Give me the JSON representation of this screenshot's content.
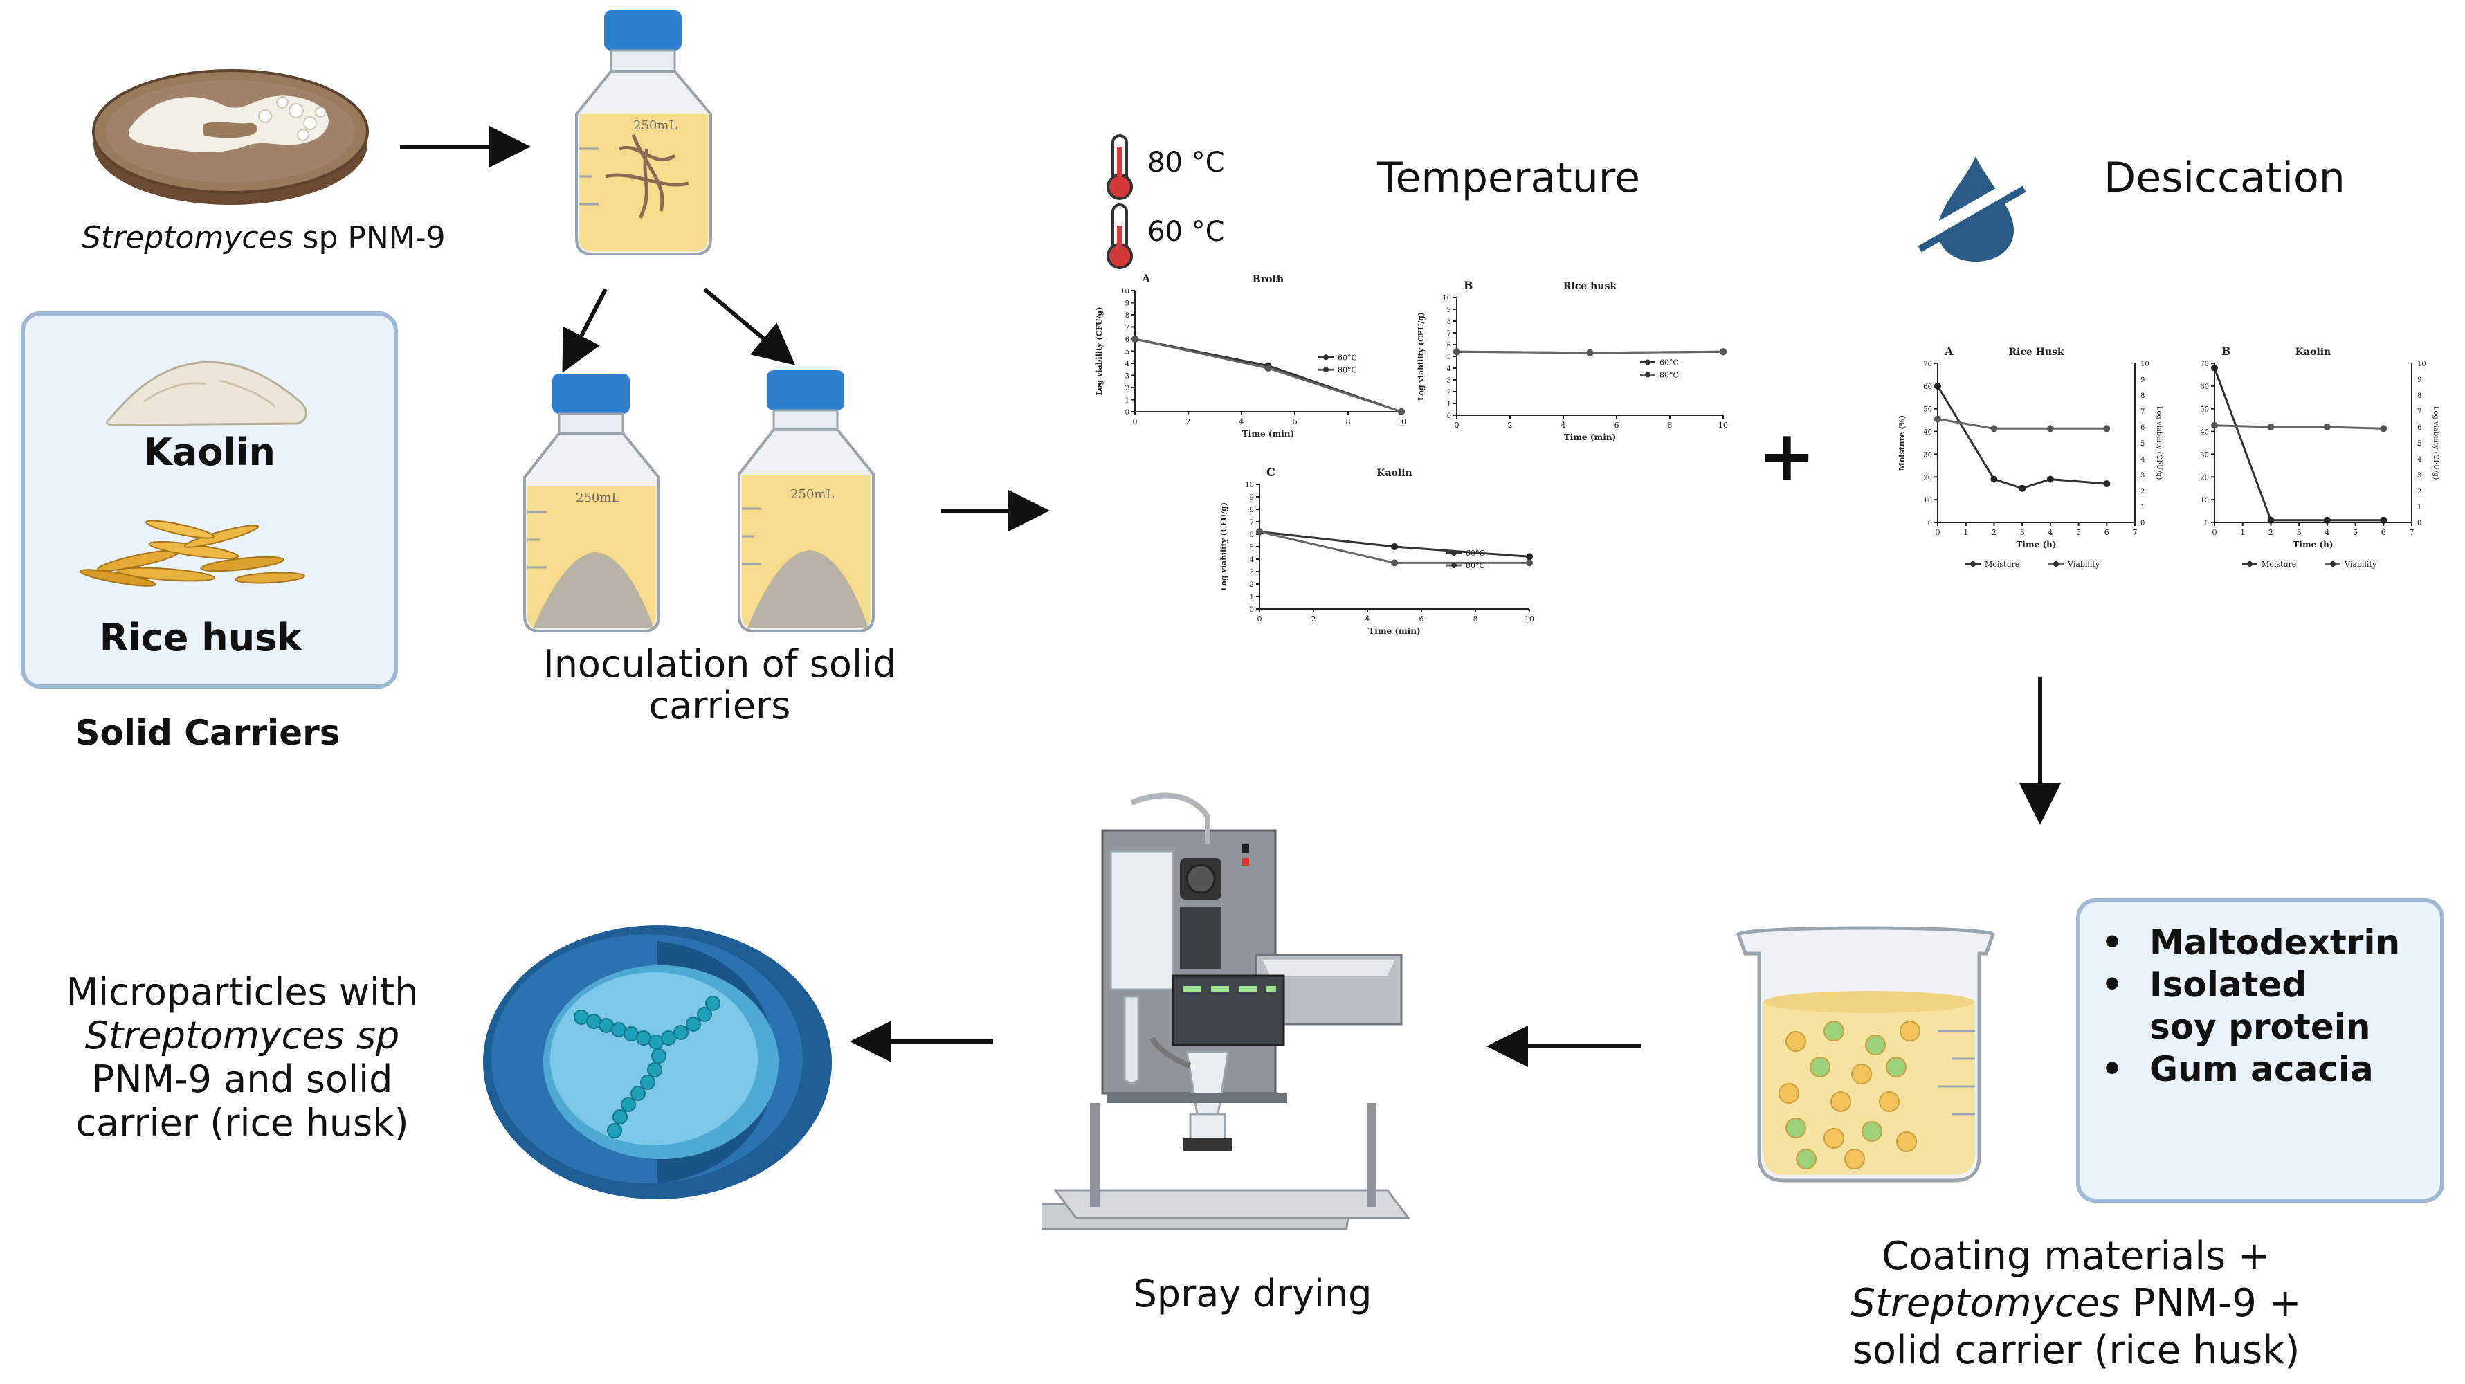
{
  "labels": {
    "streptomyces_italic": "Streptomyces",
    "streptomyces_rest": " sp PNM-9",
    "kaolin": "Kaolin",
    "rice_husk": "Rice husk",
    "solid_carriers": "Solid Carriers",
    "inoculation_line1": "Inoculation of solid",
    "inoculation_line2": "carriers",
    "bottle_volume": "250mL",
    "temp_80": "80 °C",
    "temp_60": "60 °C",
    "temperature": "Temperature",
    "desiccation": "Desiccation",
    "plus": "+",
    "coating_items": [
      "Maltodextrin",
      "Isolated",
      "soy protein",
      "Gum acacia"
    ],
    "coating_line1": "Coating materials +",
    "coating_line2_italic": "Streptomyces",
    "coating_line2_rest": " PNM-9 +",
    "coating_line3": "solid carrier (rice husk)",
    "spray_drying": "Spray drying",
    "micro_line1": "Microparticles with",
    "micro_line2_italic": "Streptomyces sp",
    "micro_line3": "PNM-9 and solid",
    "micro_line4": "carrier (rice husk)"
  },
  "colors": {
    "box_fill": "#eaf2fb",
    "box_border": "#9fb8d6",
    "bottle_cap": "#2f7fd0",
    "liquid": "#f6dc8c",
    "microparticle_outer": "#1e5d96",
    "microparticle_inner": "#7dc8e6",
    "drop_icon": "#2a5a86",
    "thermo_red": "#d23a3a"
  },
  "icons": [
    "petri-dish-icon",
    "bottle-icon",
    "thermometer-icon",
    "water-drop-slash-icon",
    "spray-dryer-icon",
    "beaker-icon",
    "microparticle-icon"
  ],
  "chart_data": [
    {
      "type": "line",
      "panel": "A",
      "title": "Broth",
      "xlabel": "Time (min)",
      "ylabel": "Log viability (CFU/g)",
      "xlim": [
        0,
        10
      ],
      "ylim": [
        0,
        10
      ],
      "xticks": [
        0,
        2,
        4,
        6,
        8,
        10
      ],
      "yticks": [
        0,
        1,
        2,
        3,
        4,
        5,
        6,
        7,
        8,
        9,
        10
      ],
      "series": [
        {
          "name": "60°C",
          "x": [
            0,
            5,
            10
          ],
          "values": [
            6,
            3.8,
            0
          ]
        },
        {
          "name": "80°C",
          "x": [
            0,
            5,
            10
          ],
          "values": [
            6,
            3.6,
            0
          ]
        }
      ]
    },
    {
      "type": "line",
      "panel": "B",
      "title": "Rice husk",
      "xlabel": "Time (min)",
      "ylabel": "Log viability (CFU/g)",
      "xlim": [
        0,
        10
      ],
      "ylim": [
        0,
        10
      ],
      "xticks": [
        0,
        2,
        4,
        6,
        8,
        10
      ],
      "yticks": [
        0,
        1,
        2,
        3,
        4,
        5,
        6,
        7,
        8,
        9,
        10
      ],
      "series": [
        {
          "name": "60°C",
          "x": [
            0,
            5,
            10
          ],
          "values": [
            5.4,
            5.3,
            5.4
          ]
        },
        {
          "name": "80°C",
          "x": [
            0,
            5,
            10
          ],
          "values": [
            5.4,
            5.3,
            5.4
          ]
        }
      ]
    },
    {
      "type": "line",
      "panel": "C",
      "title": "Kaolin",
      "xlabel": "Time (min)",
      "ylabel": "Log viability (CFU/g)",
      "xlim": [
        0,
        10
      ],
      "ylim": [
        0,
        10
      ],
      "xticks": [
        0,
        2,
        4,
        6,
        8,
        10
      ],
      "yticks": [
        0,
        1,
        2,
        3,
        4,
        5,
        6,
        7,
        8,
        9,
        10
      ],
      "series": [
        {
          "name": "60°C",
          "x": [
            0,
            5,
            10
          ],
          "values": [
            6.2,
            5,
            4.2
          ]
        },
        {
          "name": "80°C",
          "x": [
            0,
            5,
            10
          ],
          "values": [
            6.2,
            3.7,
            3.7
          ]
        }
      ]
    },
    {
      "type": "line",
      "panel": "A",
      "title": "Rice Husk",
      "xlabel": "Time (h)",
      "ylabel": "Moisture (%)",
      "ylabel_right": "Log viability (CFU/g)",
      "xlim": [
        0,
        7
      ],
      "ylim": [
        0,
        70
      ],
      "ylim_right": [
        0,
        10
      ],
      "xticks": [
        0,
        1,
        2,
        3,
        4,
        5,
        6,
        7
      ],
      "yticks": [
        0,
        10,
        20,
        30,
        40,
        50,
        60,
        70
      ],
      "series": [
        {
          "name": "Moisture",
          "x": [
            0,
            2,
            3,
            4,
            6
          ],
          "values": [
            60,
            19,
            15,
            19,
            17
          ]
        },
        {
          "name": "Viability",
          "x": [
            0,
            2,
            4,
            6
          ],
          "values": [
            6.5,
            5.9,
            5.9,
            5.9
          ],
          "axis": "right"
        }
      ]
    },
    {
      "type": "line",
      "panel": "B",
      "title": "Kaolin",
      "xlabel": "Time (h)",
      "ylabel": "",
      "ylabel_right": "Log viability (CFU/g)",
      "xlim": [
        0,
        7
      ],
      "ylim": [
        0,
        70
      ],
      "ylim_right": [
        0,
        10
      ],
      "xticks": [
        0,
        1,
        2,
        3,
        4,
        5,
        6,
        7
      ],
      "yticks": [
        0,
        10,
        20,
        30,
        40,
        50,
        60,
        70
      ],
      "series": [
        {
          "name": "Moisture",
          "x": [
            0,
            2,
            4,
            6
          ],
          "values": [
            68,
            1,
            1,
            1
          ]
        },
        {
          "name": "Viability",
          "x": [
            0,
            2,
            4,
            6
          ],
          "values": [
            6.1,
            6.0,
            6.0,
            5.9
          ],
          "axis": "right"
        }
      ]
    }
  ]
}
